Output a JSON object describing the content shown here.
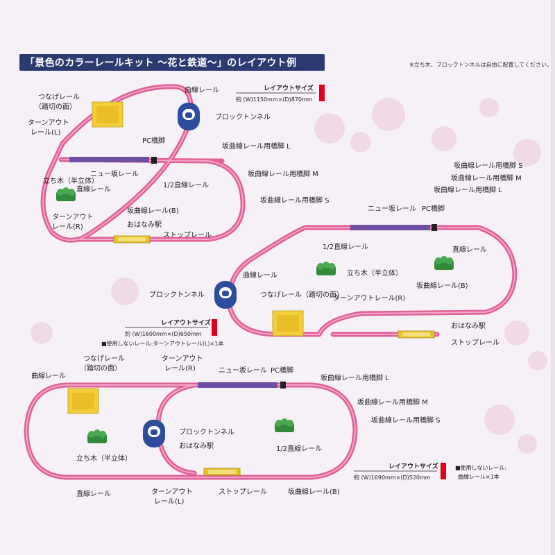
{
  "title": "「景色のカラーレールキット ～花と鉄道～」のレイアウト例",
  "note": "※立ち木、ブロックトンネルは自由に配置してください。",
  "colors": {
    "rail": "#e06098",
    "slope": "#6e4fa3",
    "title_bg": "#2b3a70",
    "size_bar": "#e0001b",
    "station": "#e6c42a"
  },
  "layout1": {
    "size_title": "レイアウトサイズ",
    "size": "約 (W)1150mm×(D)870mm",
    "labels": {
      "curve": "曲線レール",
      "crossing": "つなげレール",
      "crossing2": "（踏切の面）",
      "tunnel": "ブロックトンネル",
      "turnout_l": "ターンアウト",
      "turnout_l2": "レール(L)",
      "pc_pier": "PC橋脚",
      "pier_l": "坂曲線レール用橋脚 L",
      "new_slope": "ニュー坂レール",
      "pier_m": "坂曲線レール用橋脚 M",
      "tree": "立ち木（半立体）",
      "half": "1/2直線レール",
      "straight": "直線レール",
      "pier_s": "坂曲線レール用橋脚 S",
      "slope_curve": "坂曲線レール(B)",
      "turnout_r": "ターンアウト",
      "turnout_r2": "レール(R)",
      "station": "おはなみ駅",
      "stop": "ストップレール"
    }
  },
  "layout2": {
    "size_title": "レイアウトサイズ",
    "size": "約 (W)1600mm×(D)650mm",
    "unused": "■使用しないレール:ターンアウトレール(L)×1本",
    "labels": {
      "pier_s": "坂曲線レール用橋脚 S",
      "pier_m": "坂曲線レール用橋脚 M",
      "pier_l": "坂曲線レール用橋脚 L",
      "new_slope": "ニュー坂レール",
      "pc_pier": "PC橋脚",
      "straight": "直線レール",
      "half": "1/2直線レール",
      "curve": "曲線レール",
      "tree": "立ち木（半立体）",
      "slope_curve": "坂曲線レール(B)",
      "tunnel": "ブロックトンネル",
      "crossing": "つなげレール（踏切の面）",
      "turnout_r": "ターンアウトレール(R)",
      "station": "おはなみ駅",
      "stop": "ストップレール"
    }
  },
  "layout3": {
    "size_title": "レイアウトサイズ",
    "size": "約 (W)1690mm×(D)520mm",
    "unused": "■使用しないレール:",
    "unused2": "曲線レール×1本",
    "labels": {
      "curve": "曲線レール",
      "crossing": "つなげレール",
      "crossing2": "（踏切の面）",
      "turnout_r": "ターンアウト",
      "turnout_r2": "レール(R)",
      "new_slope": "ニュー坂レール",
      "pc_pier": "PC橋脚",
      "pier_l": "坂曲線レール用橋脚 L",
      "pier_m": "坂曲線レール用橋脚 M",
      "tunnel": "ブロックトンネル",
      "pier_s": "坂曲線レール用橋脚 S",
      "tree": "立ち木（半立体）",
      "station": "おはなみ駅",
      "half": "1/2直線レール",
      "straight": "直線レール",
      "turnout_l": "ターンアウト",
      "turnout_l2": "レール(L)",
      "stop": "ストップレール",
      "slope_curve": "坂曲線レール(B)"
    }
  }
}
